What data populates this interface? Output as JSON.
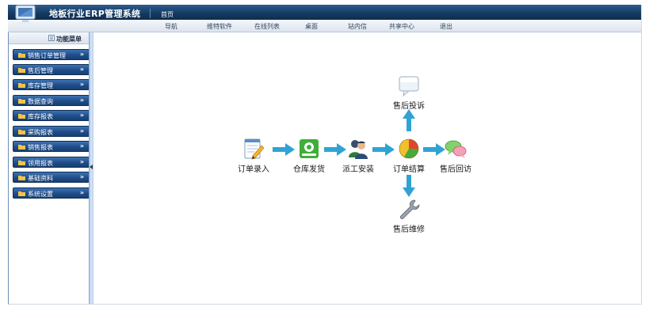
{
  "header": {
    "app_title": "地板行业ERP管理系统",
    "home_link": "首页"
  },
  "nav": {
    "items": [
      "导航",
      "维特软件",
      "在线列表",
      "桌面",
      "站内信",
      "共享中心",
      "退出"
    ]
  },
  "sidebar": {
    "title": "功能菜单",
    "items": [
      {
        "label": "销售订单管理"
      },
      {
        "label": "售后管理"
      },
      {
        "label": "库存管理"
      },
      {
        "label": "数据查询"
      },
      {
        "label": "库存报表"
      },
      {
        "label": "采购报表"
      },
      {
        "label": "销售报表"
      },
      {
        "label": "领用报表"
      },
      {
        "label": "基础资料"
      },
      {
        "label": "系统设置"
      }
    ],
    "chevron": "»"
  },
  "workflow": {
    "order_entry": "订单录入",
    "warehouse_ship": "仓库发货",
    "dispatch_install": "派工安装",
    "order_settle": "订单结算",
    "aftersale_visit": "售后回访",
    "aftersale_complaint": "售后投诉",
    "aftersale_repair": "售后维修"
  },
  "colors": {
    "header_bg": "#14395f",
    "menu_item_bg": "#1f4d89",
    "arrow": "#2fa3d6"
  }
}
